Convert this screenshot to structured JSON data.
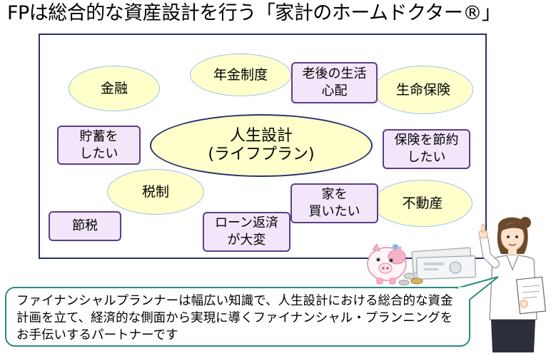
{
  "title": "FPは総合的な資産設計を行う「家計のホームドクター®」",
  "center": {
    "line1": "人生設計",
    "line2": "(ライフプラン)"
  },
  "topics": {
    "kinyu": "金融",
    "nenkin": "年金制度",
    "seimei": "生命保険",
    "zeisei": "税制",
    "fudosan": "不動産"
  },
  "needs": {
    "rougo": "老後の生活\n心配",
    "chochiku": "貯蓄を\nしたい",
    "hoken_setsuyaku": "保険を節約\nしたい",
    "ie": "家を\n買いたい",
    "setsuzei": "節税",
    "loan": "ローン返済\nが大変"
  },
  "callout": "ファイナンシャルプランナーは幅広い知識で、人生設計における総合的な資金計画を立て、経済的な側面から実現に導くファイナンシャル・プランニングをお手伝いするパートナーです"
}
